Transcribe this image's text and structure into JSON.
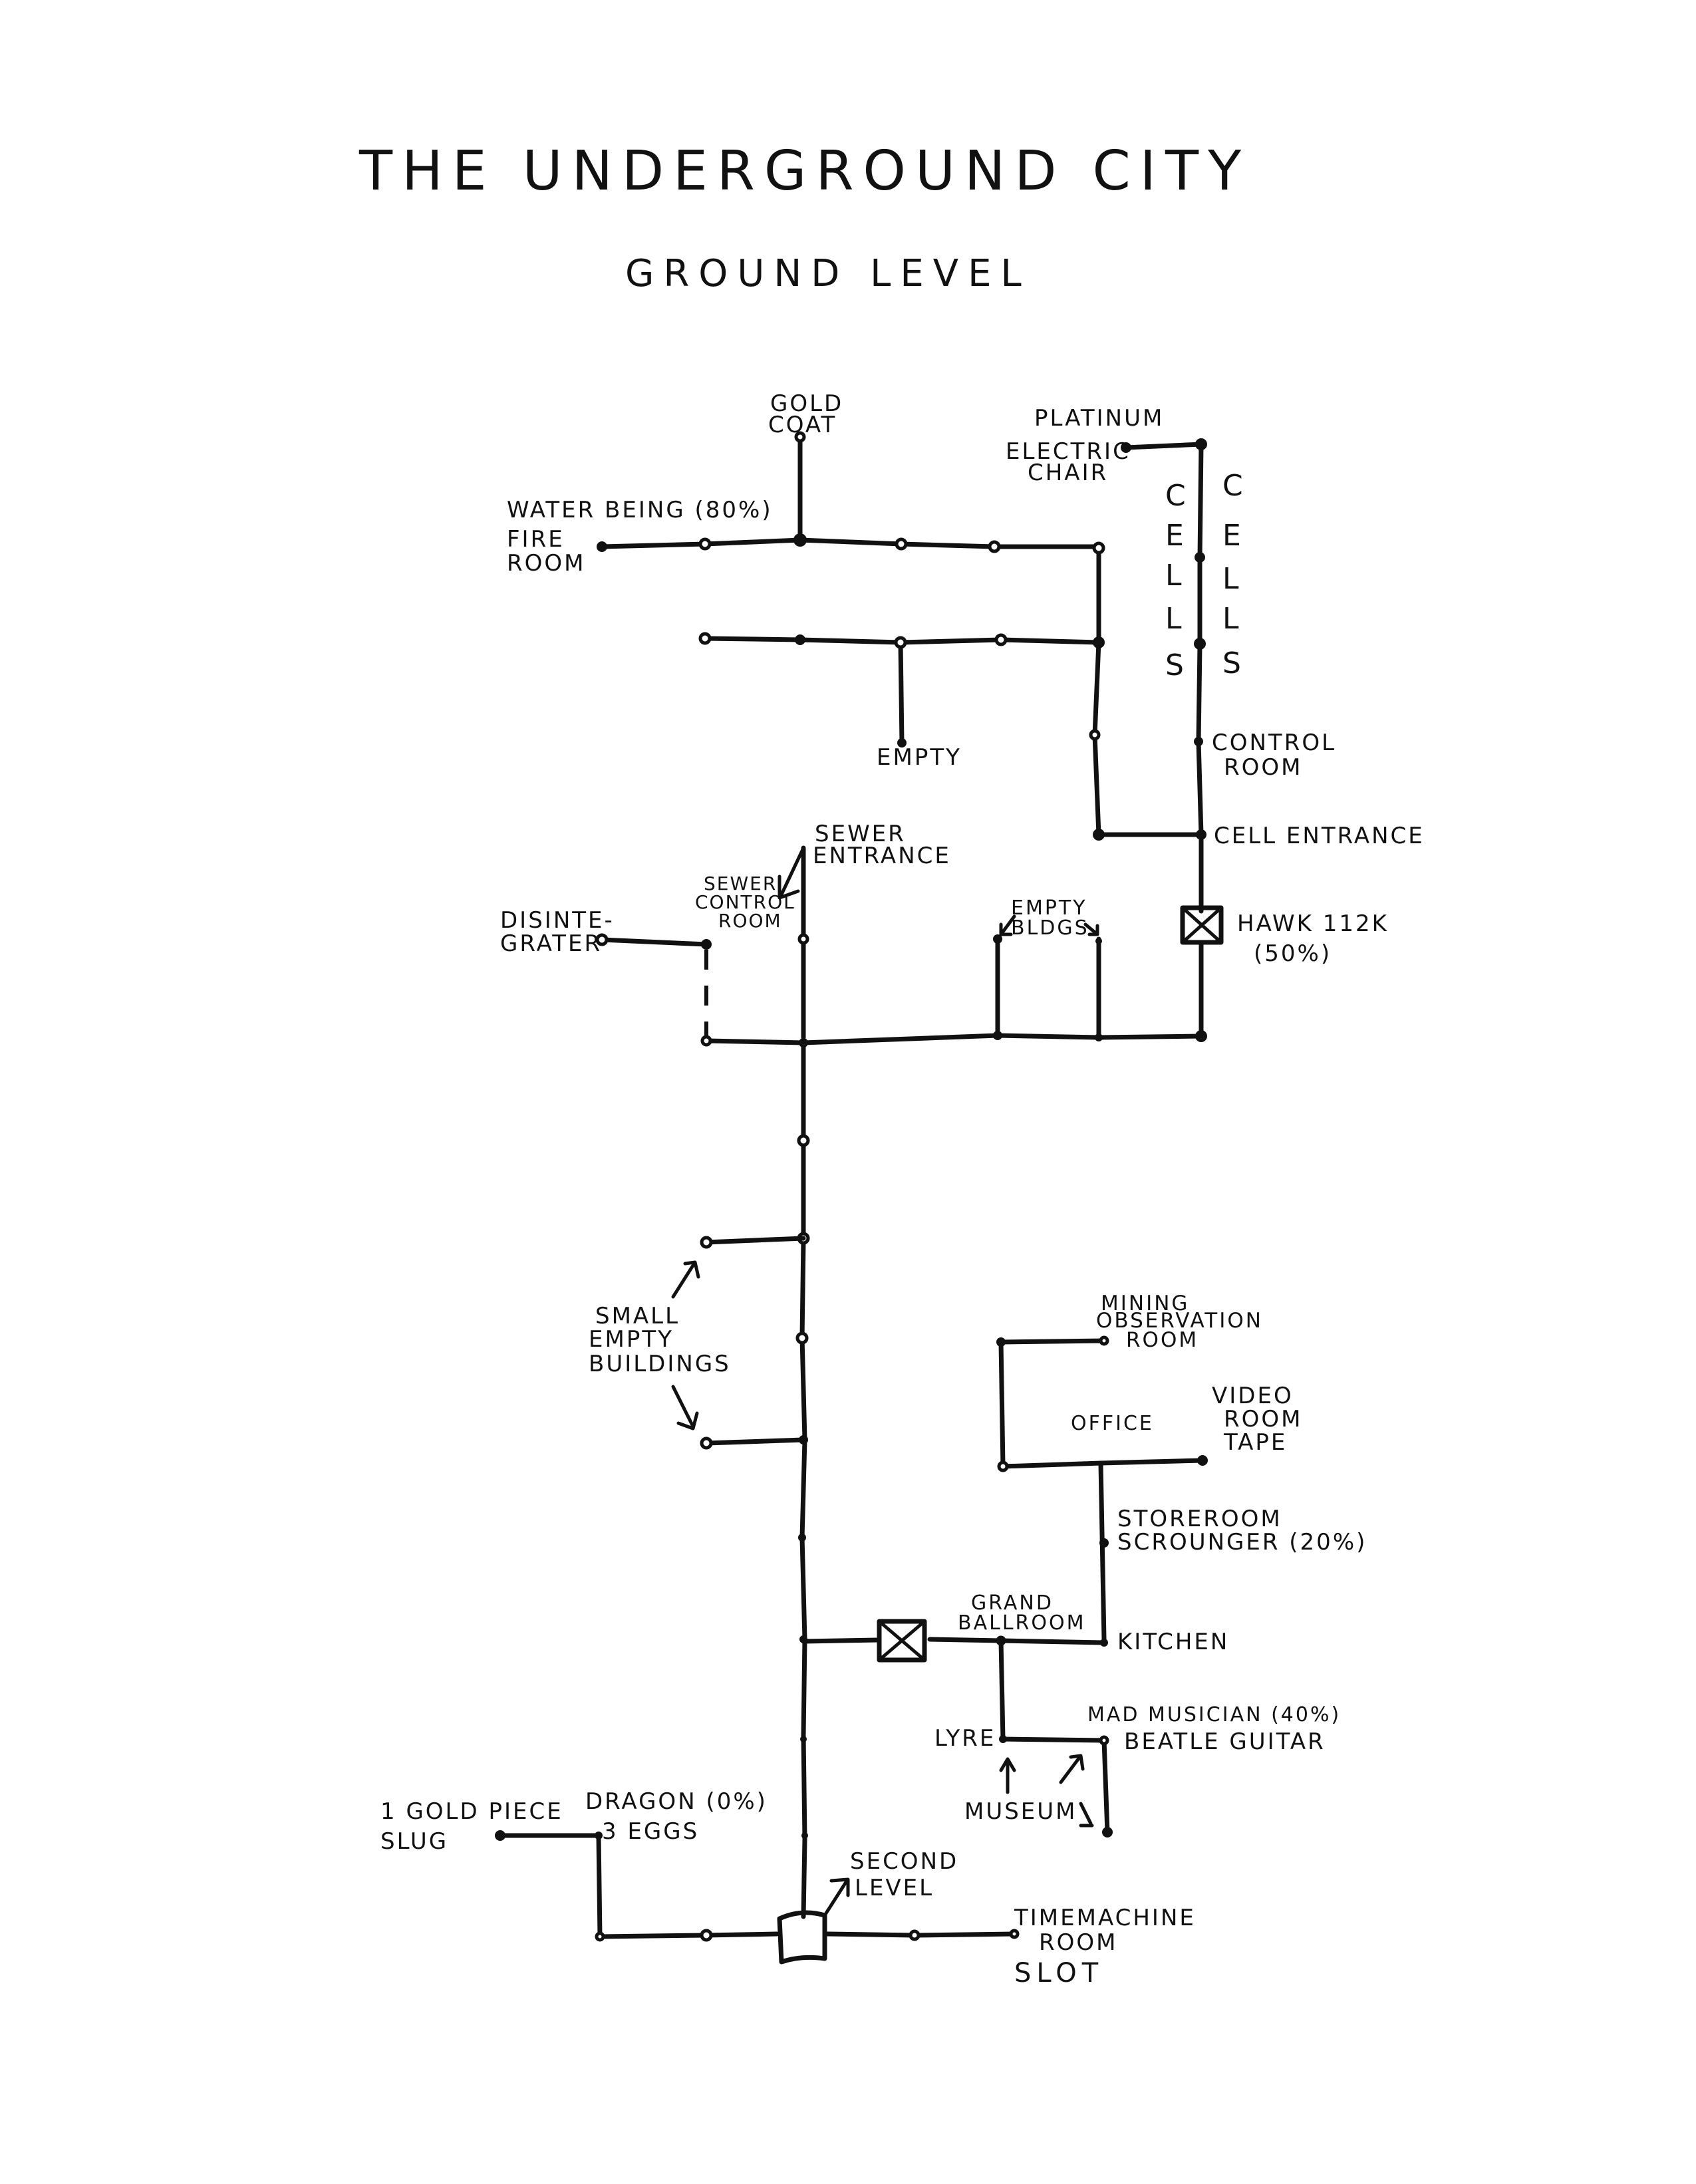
{
  "header": {
    "title": "THE UNDERGROUND CITY",
    "subtitle": "GROUND LEVEL"
  },
  "rooms": {
    "gold_coat": [
      "GOLD",
      "COAT"
    ],
    "platinum": "PLATINUM",
    "electric_chair": [
      "ELECTRIC",
      "CHAIR"
    ],
    "water_being": "WATER BEING (80%)",
    "fire_room": [
      "FIRE",
      "ROOM"
    ],
    "cells_left": [
      "C",
      "E",
      "L",
      "L",
      "S"
    ],
    "cells_right": [
      "C",
      "E",
      "L",
      "L",
      "S"
    ],
    "empty": "EMPTY",
    "control_room": [
      "CONTROL",
      "ROOM"
    ],
    "cell_entrance": "CELL ENTRANCE",
    "sewer_entrance": [
      "SEWER",
      "ENTRANCE"
    ],
    "sewer_control_room": [
      "SEWER",
      "CONTROL",
      "ROOM"
    ],
    "disintegrater": [
      "DISINTE-",
      "GRATER"
    ],
    "empty_bldgs": [
      "EMPTY",
      "BLDGS"
    ],
    "hawk": [
      "HAWK 112K",
      "(50%)"
    ],
    "small_empty_buildings": [
      "SMALL",
      "EMPTY",
      "BUILDINGS"
    ],
    "mining_observation_room": [
      "MINING",
      "OBSERVATION",
      "ROOM"
    ],
    "office": "OFFICE",
    "video_room": [
      "VIDEO",
      "ROOM",
      "TAPE"
    ],
    "storeroom": [
      "STOREROOM",
      "SCROUNGER (20%)"
    ],
    "grand_ballroom": [
      "GRAND",
      "BALLROOM"
    ],
    "kitchen": "KITCHEN",
    "mad_musician": [
      "MAD MUSICIAN (40%)",
      "BEATLE GUITAR"
    ],
    "lyre": "LYRE",
    "museum": "MUSEUM",
    "slug": [
      "1 GOLD PIECE",
      "SLUG"
    ],
    "dragon": [
      "DRAGON (0%)",
      "3 EGGS"
    ],
    "second_level": [
      "SECOND",
      "LEVEL"
    ],
    "timemachine_room": [
      "TIMEMACHINE",
      "ROOM",
      "SLOT"
    ]
  },
  "symbols": {
    "hawk_door": "crossed-box",
    "ballroom_door": "crossed-box",
    "stairs": "stairs-box"
  },
  "colors": {
    "ink": "#111111",
    "paper": "#ffffff"
  }
}
